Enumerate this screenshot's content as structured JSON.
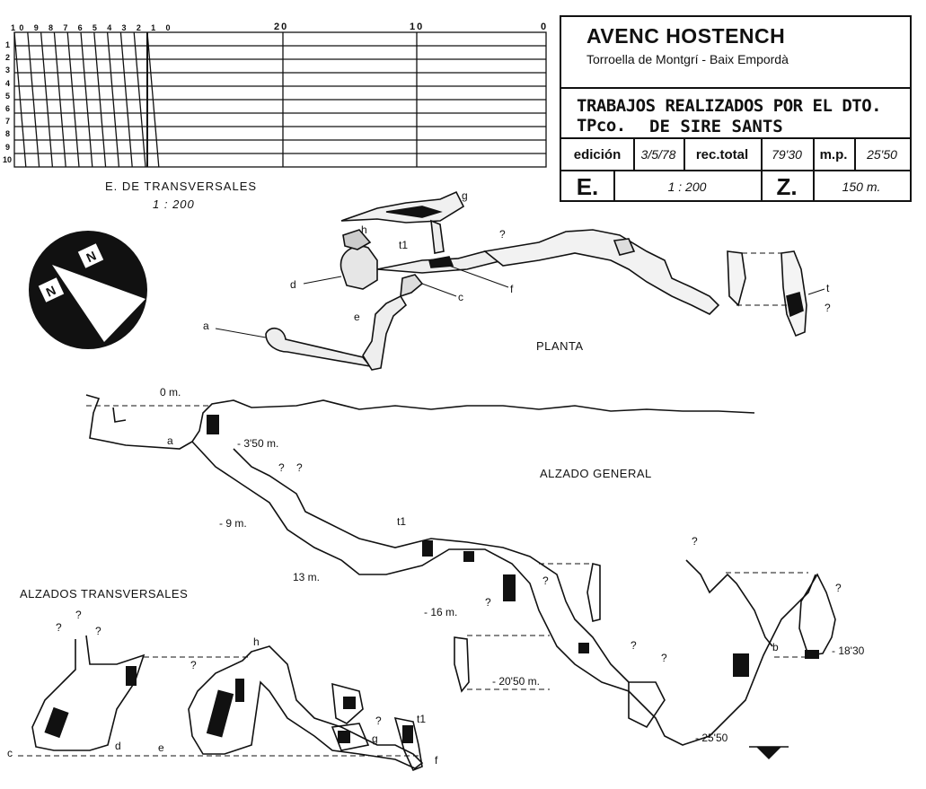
{
  "title_block": {
    "name": "AVENC HOSTENCH",
    "location": "Torroella de Montgrí - Baix Empordà",
    "work_line1": "TRABAJOS REALIZADOS POR EL DTO. TPco.",
    "work_line2": "DE SIRE SANTS",
    "edicion_label": "edición",
    "edicion_value": "3/5/78",
    "rec_label": "rec.total",
    "rec_value": "79'30",
    "mp_label": "m.p.",
    "mp_value": "25'50",
    "e_label": "E.",
    "e_value": "1 : 200",
    "z_label": "Z.",
    "z_value": "150 m."
  },
  "transversal_scale": {
    "title": "E. DE TRANSVERSALES",
    "scale": "1 : 200",
    "top_numbers": [
      "10",
      "9",
      "8",
      "7",
      "6",
      "5",
      "4",
      "3",
      "2",
      "1",
      "0"
    ],
    "major_numbers": [
      "20",
      "10",
      "0"
    ],
    "side_numbers": [
      "1",
      "2",
      "3",
      "4",
      "5",
      "6",
      "7",
      "8",
      "9",
      "10"
    ]
  },
  "sections": {
    "plan": "PLANTA",
    "general": "ALZADO GENERAL",
    "transversal": "ALZADOS TRANSVERSALES"
  },
  "depths": {
    "d0": "0 m.",
    "d1": "- 3'50 m.",
    "d2": "- 9 m.",
    "d3": "13 m.",
    "d4": "- 16 m.",
    "d5": "- 20'50 m.",
    "d6": "- 18'30",
    "d7": "- 25'50"
  },
  "points": {
    "a": "a",
    "b": "b",
    "c": "c",
    "d": "d",
    "e": "e",
    "f": "f",
    "g": "g",
    "h": "h",
    "t1": "t1",
    "q": "?"
  }
}
